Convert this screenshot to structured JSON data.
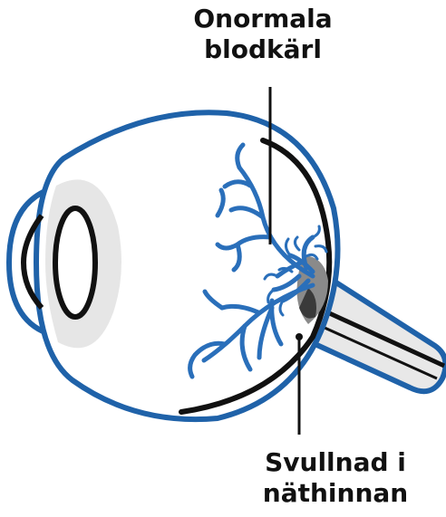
{
  "labels": {
    "abnormal_vessels": {
      "line1": "Onormala",
      "line2": "blodkärl"
    },
    "swollen_retina": {
      "line1": "Svullnad i",
      "line2": "näthinnan"
    }
  },
  "colors": {
    "outline_blue": "#1f62a9",
    "vessel_blue": "#2a6fba",
    "sclera_fill": "#ffffff",
    "inner_shade": "#e6e6e6",
    "retina_black": "#111111",
    "swelling_gray": "#8a8a8a",
    "swelling_dark": "#3a3a3a"
  }
}
